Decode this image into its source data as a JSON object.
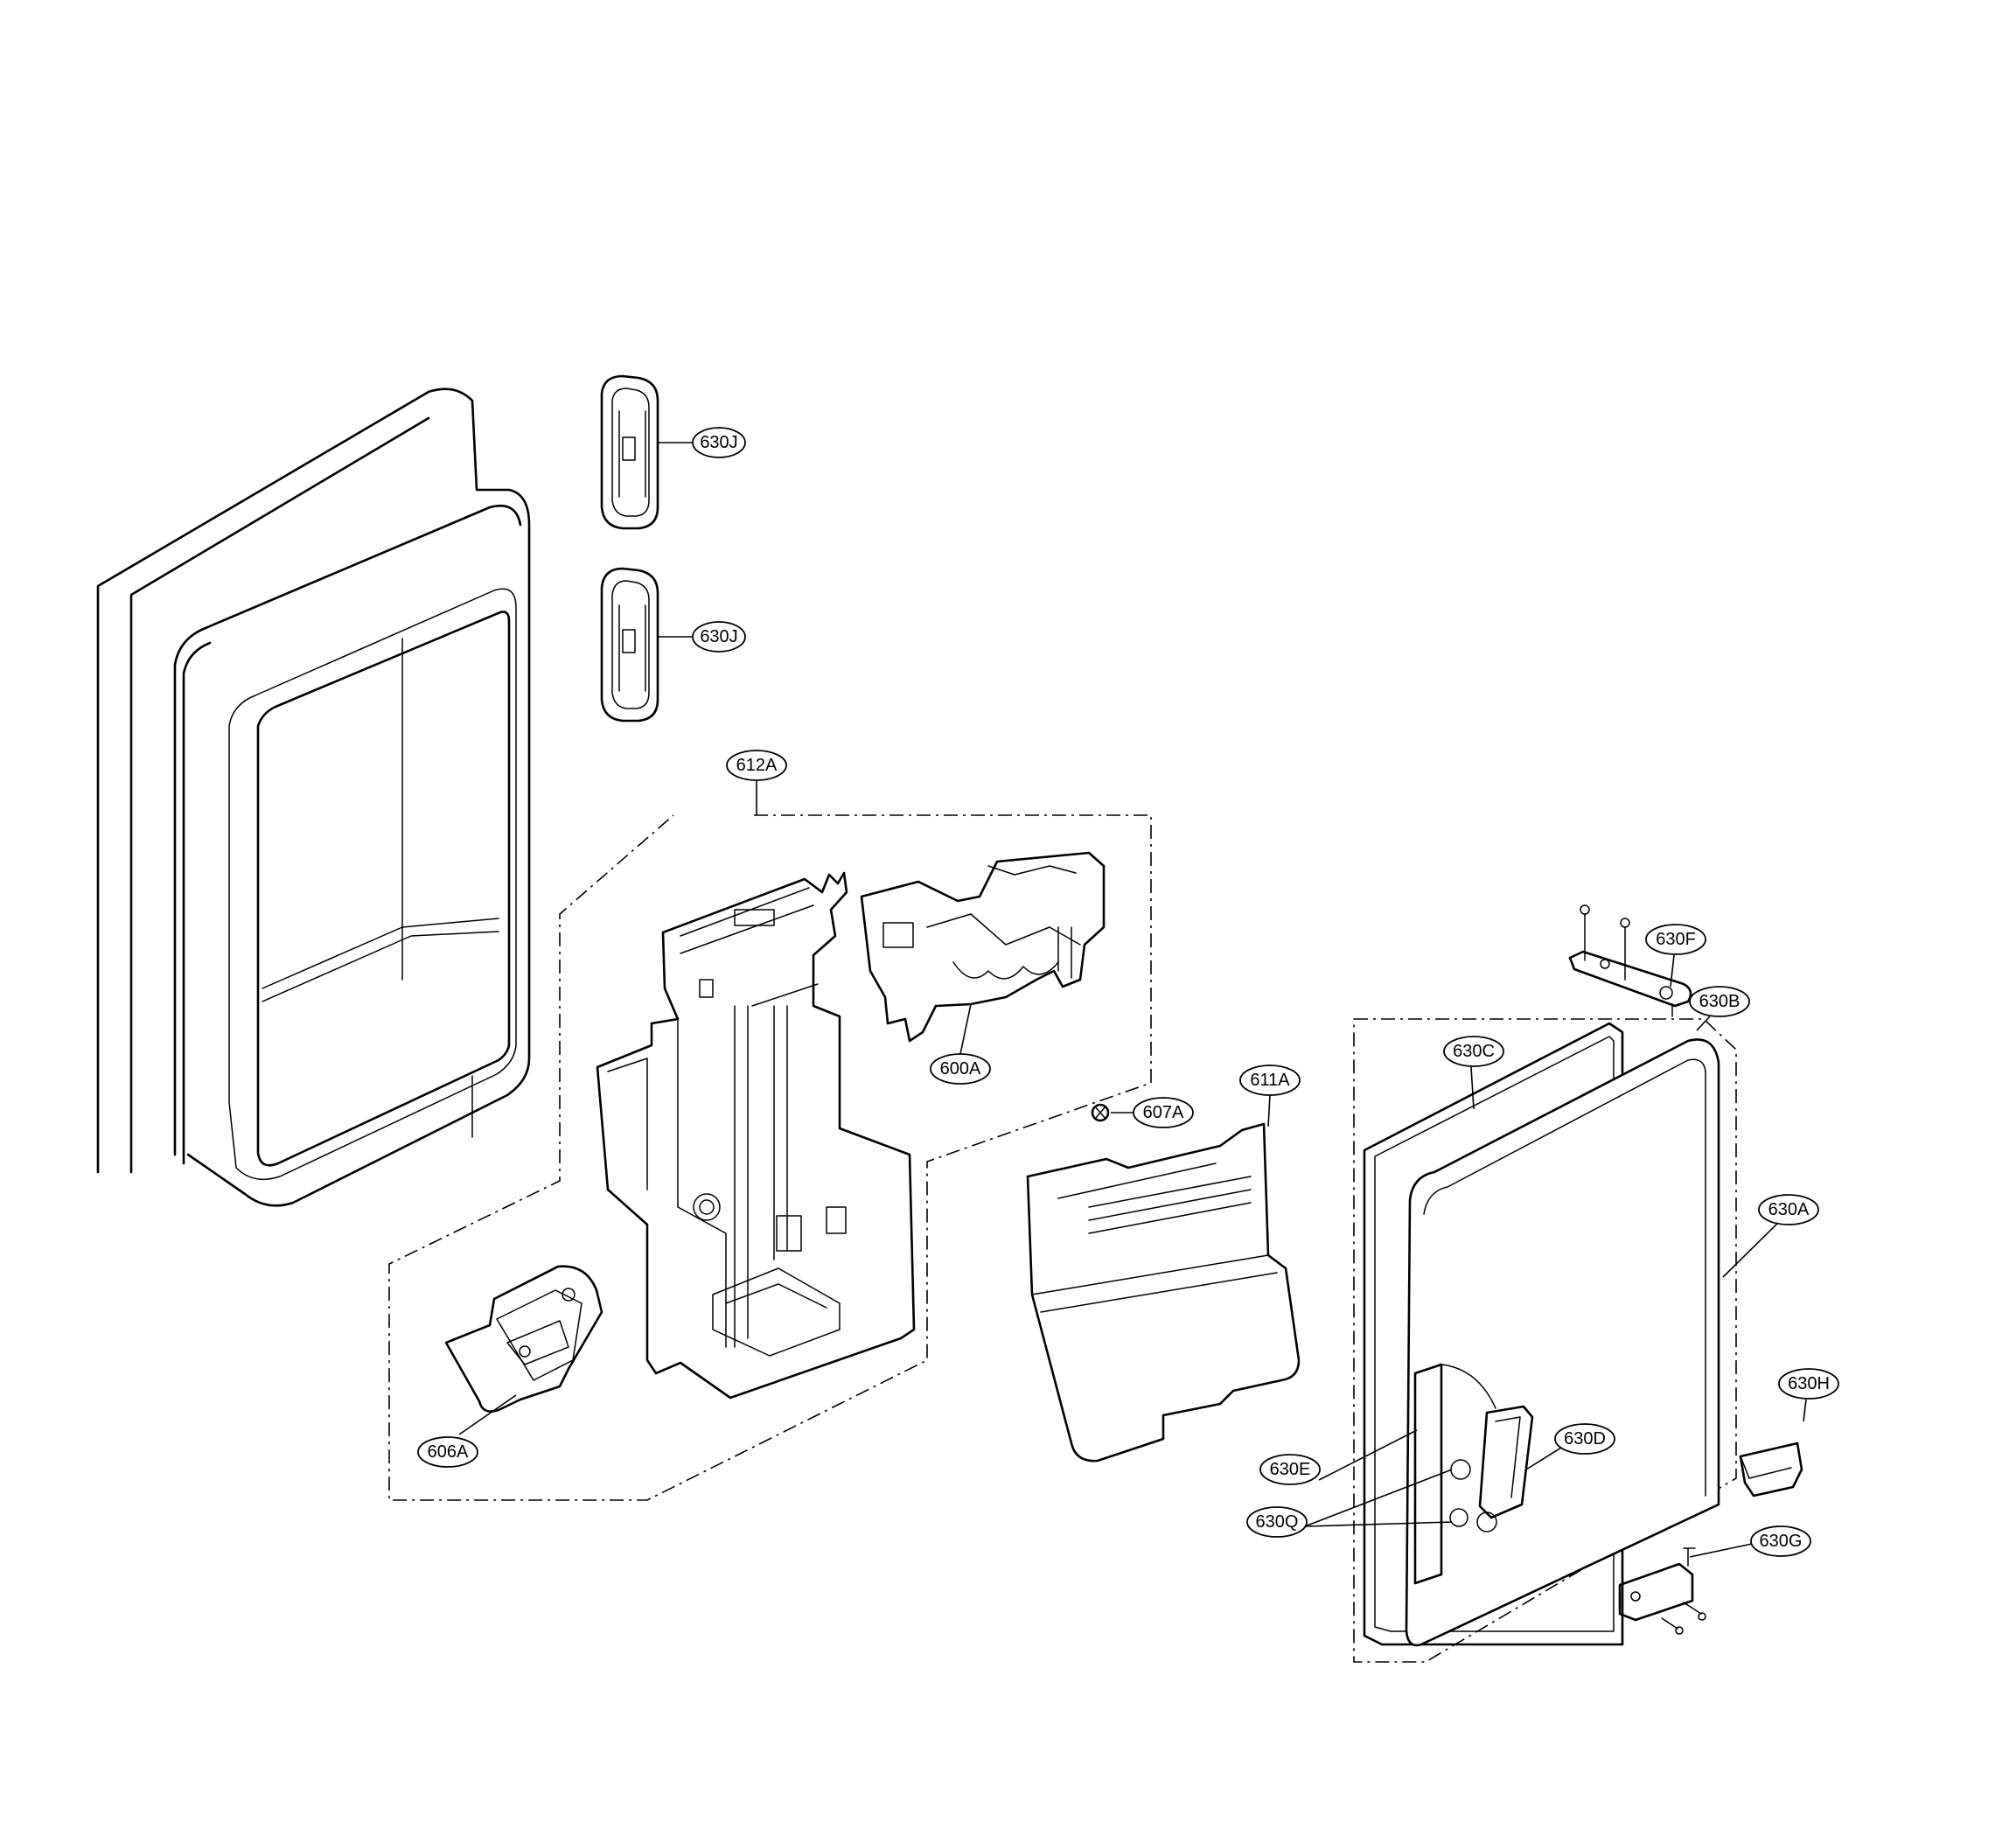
{
  "callouts": [
    {
      "id": "630J-upper",
      "label": "630J"
    },
    {
      "id": "630J-lower",
      "label": "630J"
    },
    {
      "id": "612A",
      "label": "612A"
    },
    {
      "id": "600A",
      "label": "600A"
    },
    {
      "id": "607A",
      "label": "607A"
    },
    {
      "id": "611A",
      "label": "611A"
    },
    {
      "id": "606A",
      "label": "606A"
    },
    {
      "id": "630F",
      "label": "630F"
    },
    {
      "id": "630B",
      "label": "630B"
    },
    {
      "id": "630C",
      "label": "630C"
    },
    {
      "id": "630A",
      "label": "630A"
    },
    {
      "id": "630H",
      "label": "630H"
    },
    {
      "id": "630D",
      "label": "630D"
    },
    {
      "id": "630E",
      "label": "630E"
    },
    {
      "id": "630Q",
      "label": "630Q"
    },
    {
      "id": "630G",
      "label": "630G"
    }
  ]
}
